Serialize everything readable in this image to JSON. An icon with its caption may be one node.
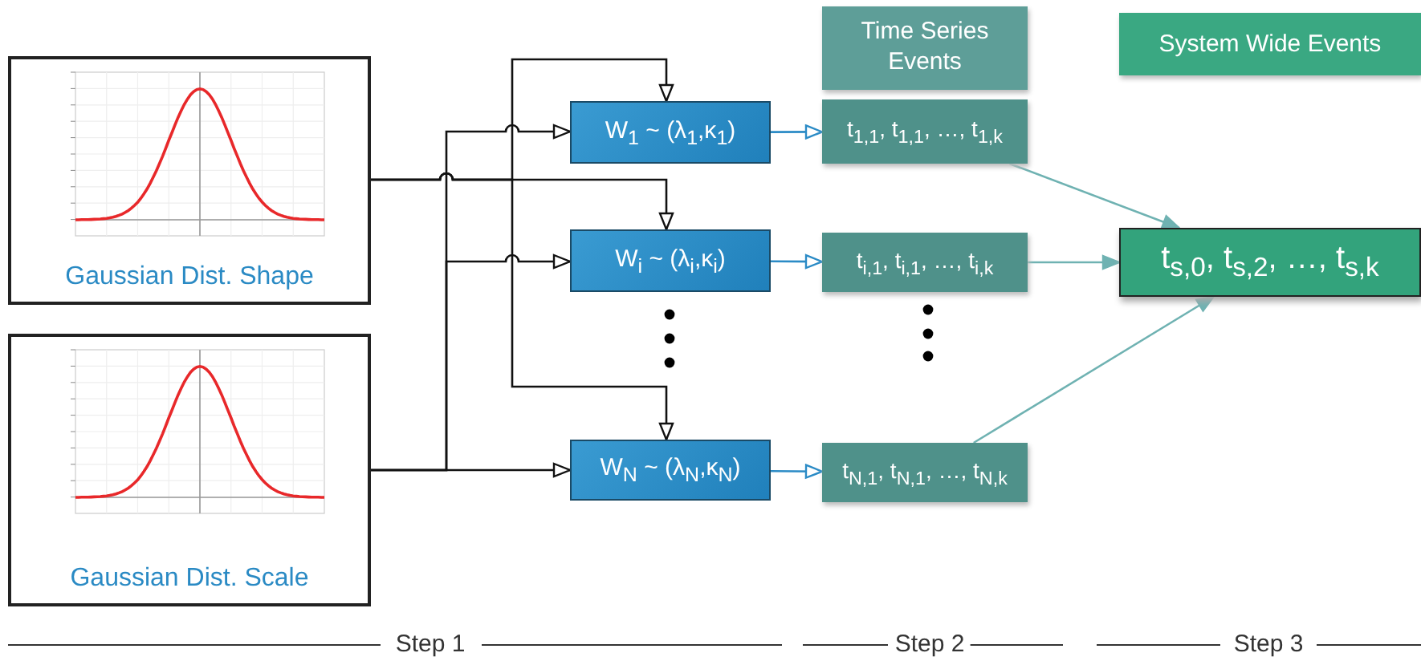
{
  "diagram": {
    "nodes": [
      {
        "text": [
          "Gaussian Dist. Shape"
        ]
      },
      {
        "text": [
          "Gaussian Dist. Scale"
        ]
      },
      {
        "text": [
          "W$_{1}$ ~ (λ$_{1}$,κ$_{1}$)"
        ]
      },
      {
        "text": [
          "W$_{i}$ ~ (λ$_{i}$,κ$_{i}$)"
        ]
      },
      {
        "text": [
          "W$_{N}$ ~ (λ$_{N}$,κ$_{N}$)"
        ]
      },
      {
        "text": [
          "Time Series Events"
        ]
      },
      {
        "text": [
          "t$_{1,1}$, t$_{1,1}$, …, t$_{1,k}$"
        ]
      },
      {
        "text": [
          "t$_{i,1}$, t$_{i,1}$, …, t$_{i,k}$"
        ]
      },
      {
        "text": [
          "t$_{N,1}$, t$_{N,1}$, …, t$_{N,k}$"
        ]
      },
      {
        "text": [
          "System Wide Events"
        ]
      },
      {
        "text": [
          "t$_{s,0}$, t$_{s,2}$, …, t$_{s,k}$"
        ]
      }
    ],
    "edges": [
      {
        "from": 0,
        "to": 2,
        "arrow": "to"
      },
      {
        "from": 0,
        "to": 3,
        "arrow": "to"
      },
      {
        "from": 0,
        "to": 4,
        "arrow": "to"
      },
      {
        "from": 1,
        "to": 2,
        "arrow": "to"
      },
      {
        "from": 1,
        "to": 3,
        "arrow": "to"
      },
      {
        "from": 1,
        "to": 4,
        "arrow": "to"
      },
      {
        "from": 2,
        "to": 6,
        "arrow": "to",
        "color": "#2b8bc6"
      },
      {
        "from": 3,
        "to": 7,
        "arrow": "to",
        "color": "#2b8bc6"
      },
      {
        "from": 4,
        "to": 8,
        "arrow": "to",
        "color": "#2b8bc6"
      },
      {
        "from": 6,
        "to": 10,
        "arrow": "to",
        "color": "#6fb2b2"
      },
      {
        "from": 7,
        "to": 10,
        "arrow": "to",
        "color": "#6fb2b2"
      },
      {
        "from": 8,
        "to": 10,
        "arrow": "to",
        "color": "#6fb2b2"
      }
    ],
    "labels": [
      "Step 1",
      "Step 2",
      "Step 3"
    ]
  }
}
